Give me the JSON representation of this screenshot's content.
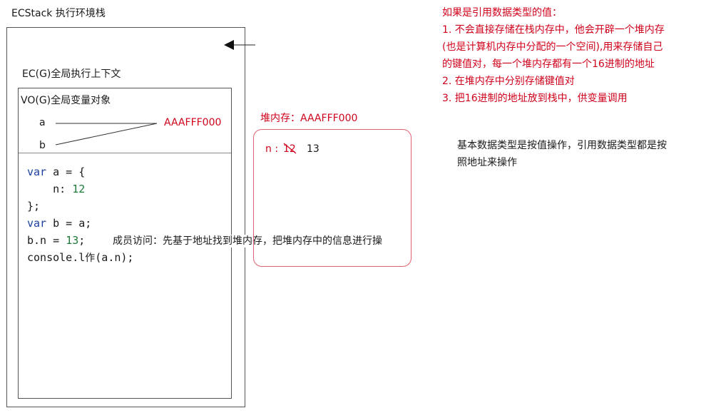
{
  "stack_title": "ECStack  执行环境栈",
  "ec_label": "EC(G)全局执行上下文",
  "vo_label": "VO(G)全局变量对象",
  "var_a": "a",
  "var_b": "b",
  "address": "AAAFFF000",
  "heap_label": "堆内存：AAAFFF000",
  "heap_key": "n :",
  "heap_old_value": "12",
  "heap_new_value": "13",
  "code": {
    "line1_kw": "var",
    "line1_rest": " a = {",
    "line2_key": "    n: ",
    "line2_num": "12",
    "line3": "};",
    "line4_kw": "var",
    "line4_rest": " b = a;",
    "line5_pre": "b.n = ",
    "line5_num": "13",
    "line5_post": ";",
    "line6_pre": "console.l",
    "line6_post": "(a.n);"
  },
  "member_access_note": "成员访问：先基于地址找到堆内存，把堆内存中的信息进行操",
  "overlap_char": "作",
  "red_notes": [
    "如果是引用数据类型的值：",
    "1. 不会直接存储在栈内存中，他会开辟一个堆内存",
    "(也是计算机内存中分配的一个空间),用来存储自己",
    "的键值对，每一个堆内存都有一个16进制的地址",
    "2. 在堆内存中分别存储键值对",
    "3. 把16进制的地址放到栈中，供变量调用"
  ],
  "black_notes": [
    "基本数据类型是按值操作，引用数据类型都是按",
    "照地址来操作"
  ],
  "colors": {
    "red": "#d0021b",
    "heap_border": "#e06070",
    "keyword": "#1a3fa0",
    "number": "#1f7a3a"
  },
  "icons": {
    "arrow": "arrow-left-icon"
  }
}
